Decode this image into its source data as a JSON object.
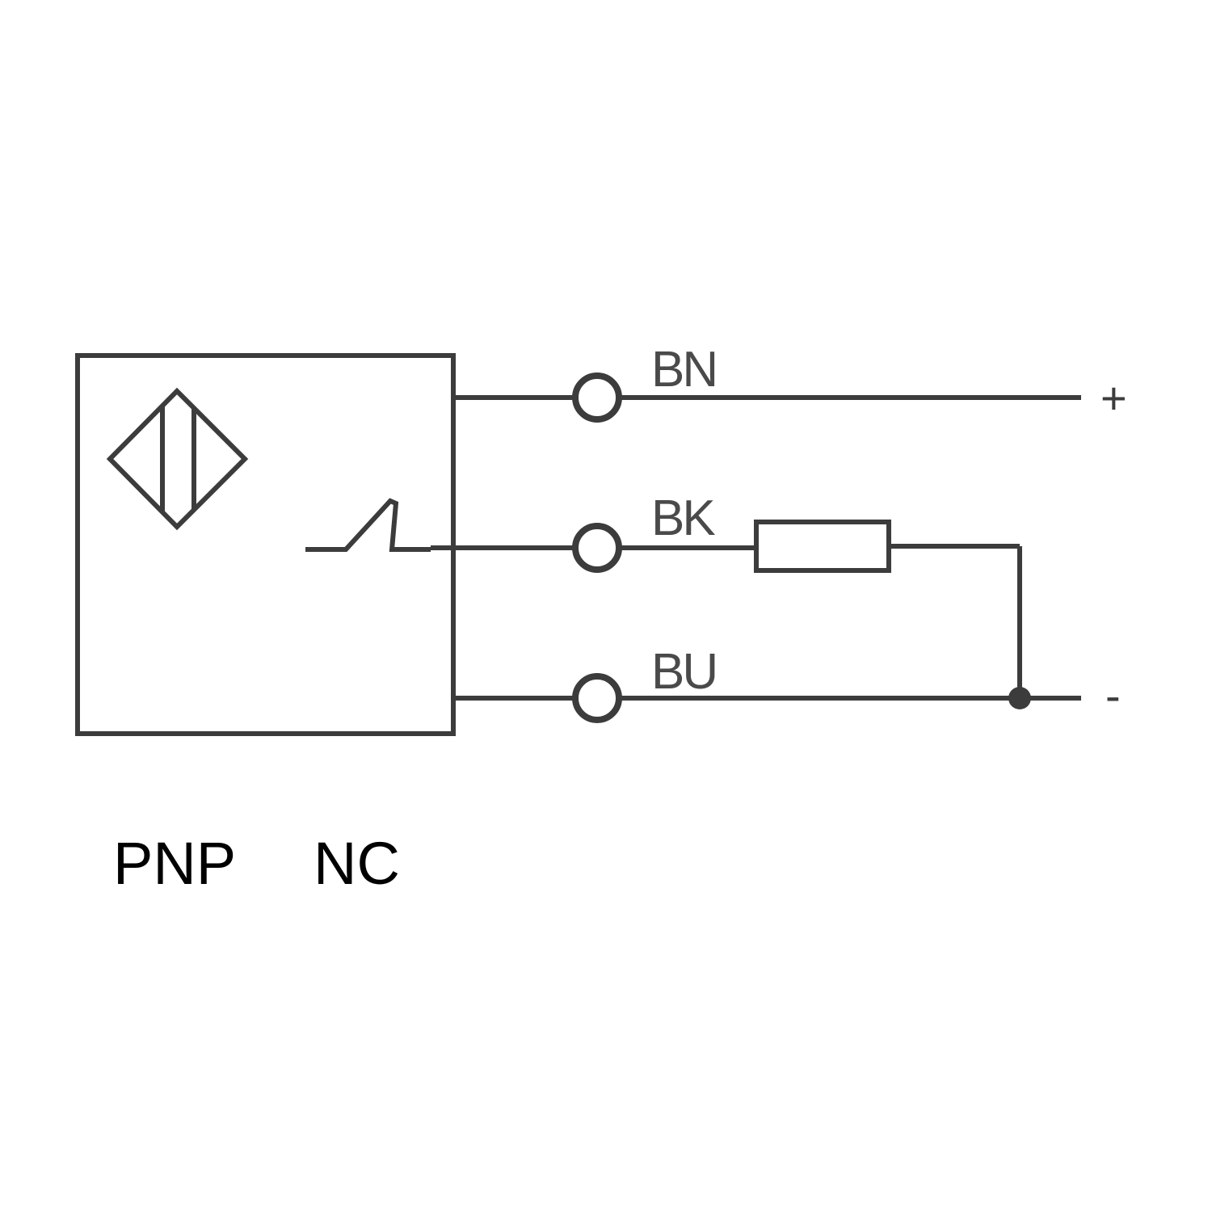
{
  "wires": {
    "brown": "BN",
    "black": "BK",
    "blue": "BU"
  },
  "terminals": {
    "positive": "+",
    "negative": "-"
  },
  "caption": {
    "output_type": "PNP",
    "contact_type": "NC"
  },
  "colors": {
    "line": "#3c3c3c",
    "caption": "#000000",
    "background": "#ffffff"
  }
}
